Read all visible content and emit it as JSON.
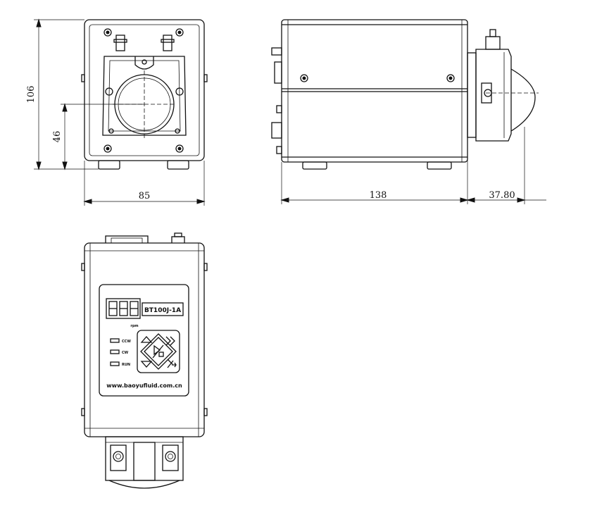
{
  "dimensions": {
    "height_total": "106",
    "height_center": "46",
    "width_front": "85",
    "length_side": "138",
    "head_depth": "37.80"
  },
  "panel": {
    "display_digits": "888",
    "model": "BT100J-1A",
    "unit": "rpm",
    "indicators": [
      "CCW",
      "CW",
      "RUN"
    ],
    "website": "www.baoyufluid.com.cn"
  }
}
